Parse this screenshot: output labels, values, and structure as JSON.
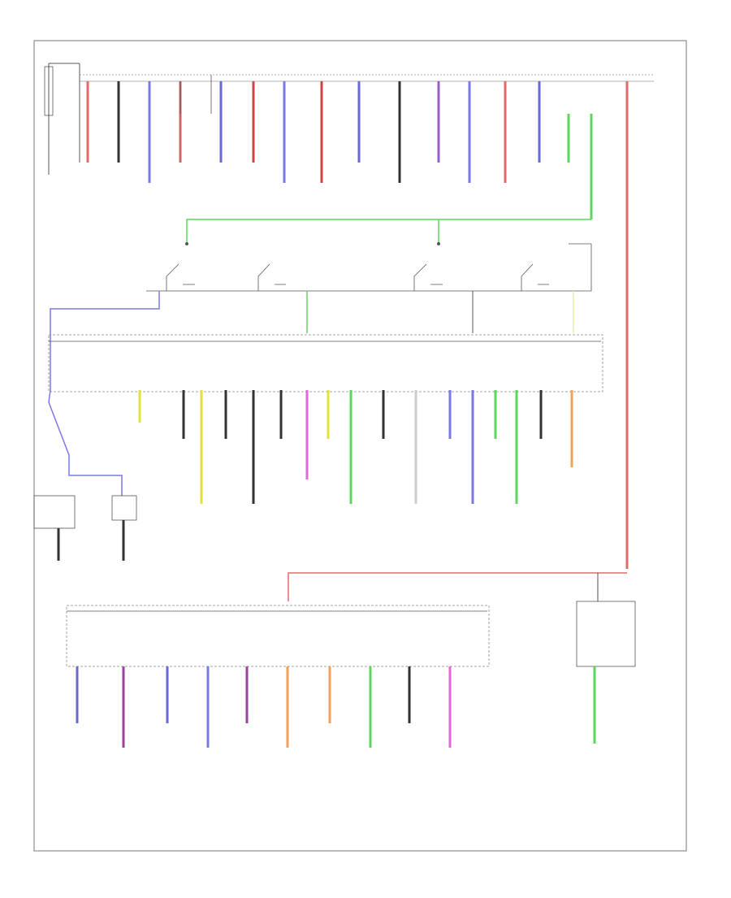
{
  "diagram": {
    "footer_code": "",
    "blocks": [
      {
        "id": "fuse-block-top"
      },
      {
        "id": "relay-box-mid"
      },
      {
        "id": "fuse-block-lower-1"
      },
      {
        "id": "fuse-block-lower-2"
      },
      {
        "id": "fuse-box-right"
      }
    ],
    "wire_colors": {
      "black": "#333333",
      "red": "#e46a6a",
      "blue": "#7a7ae6",
      "green": "#5cd65c",
      "pink": "#e06ad6",
      "yellow": "#e2e23a",
      "orange": "#f2a15a",
      "light_green": "#a8e6a8",
      "light_red": "#f0a0a0",
      "violet": "#9a5fc6",
      "light_yellow": "#e8f0a0"
    }
  }
}
